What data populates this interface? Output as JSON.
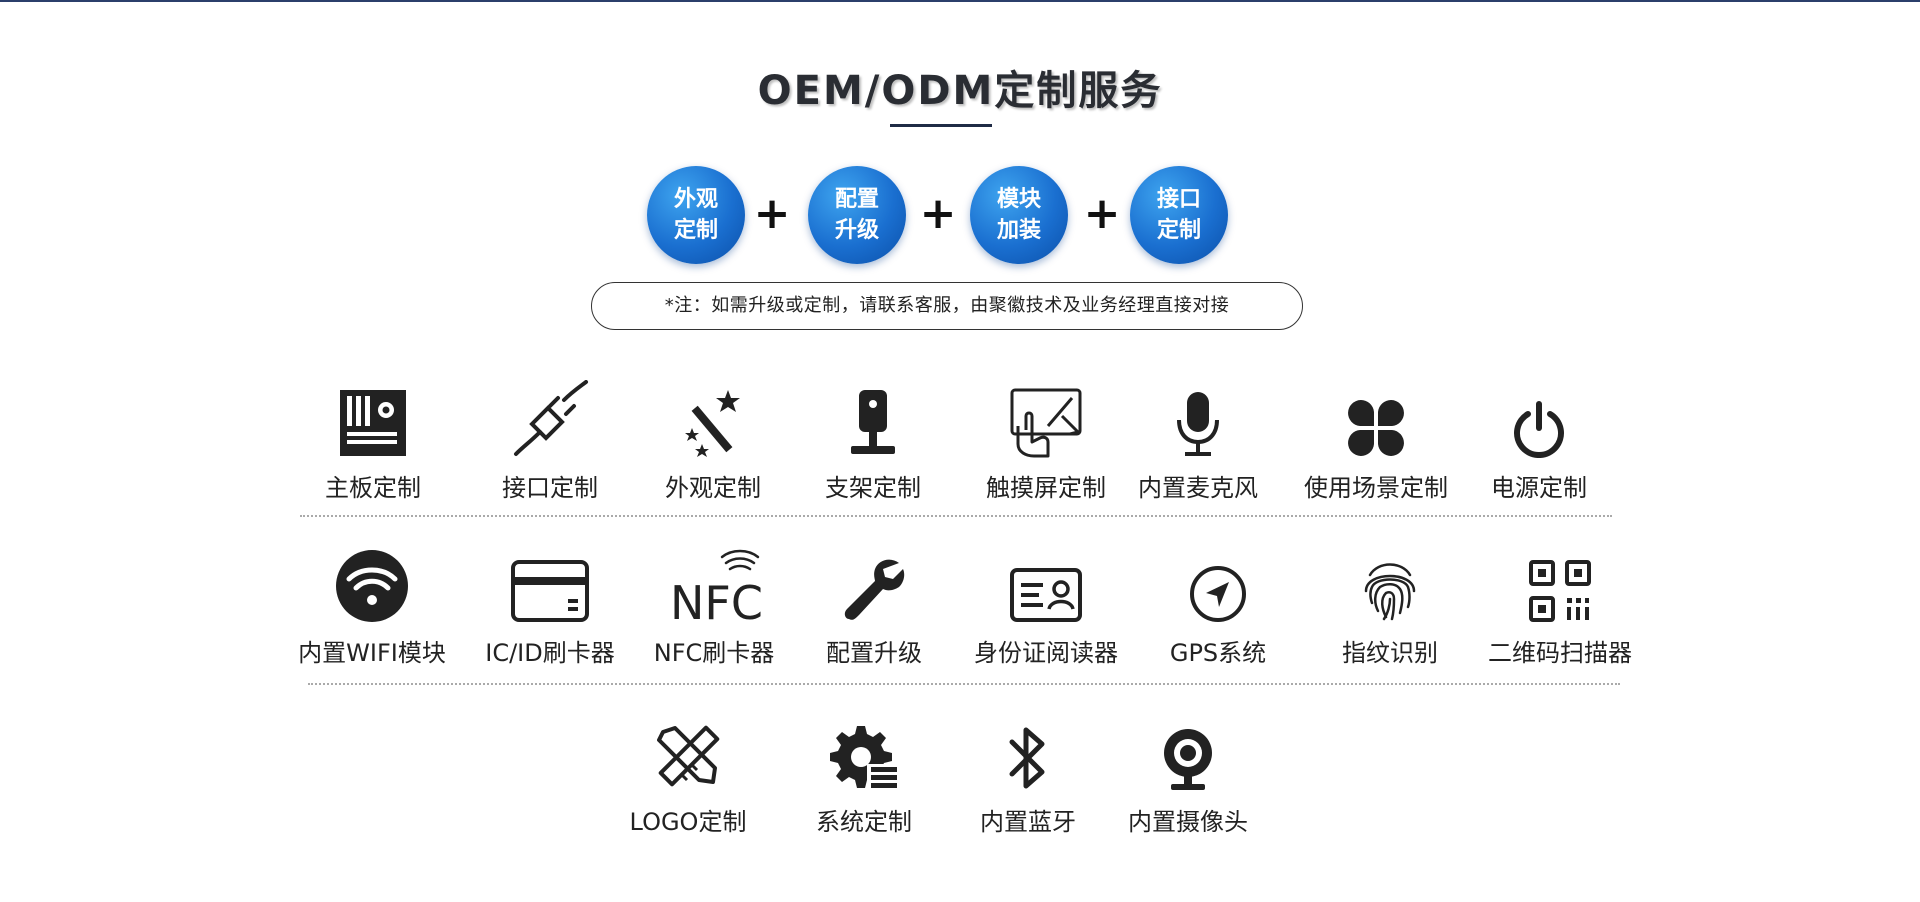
{
  "title": "OEM/ODM定制服务",
  "steps": [
    {
      "line1": "外观",
      "line2": "定制"
    },
    {
      "line1": "配置",
      "line2": "升级"
    },
    {
      "line1": "模块",
      "line2": "加装"
    },
    {
      "line1": "接口",
      "line2": "定制"
    }
  ],
  "plus": "+",
  "note": "*注：如需升级或定制，请联系客服，由聚徽技术及业务经理直接对接",
  "colors": {
    "accent": "#1a6fd0",
    "title": "#2a2d33",
    "icon": "#222222"
  },
  "rows": [
    [
      {
        "label": "主板定制",
        "icon": "motherboard-icon"
      },
      {
        "label": "接口定制",
        "icon": "plug-icon"
      },
      {
        "label": "外观定制",
        "icon": "magic-wand-icon"
      },
      {
        "label": "支架定制",
        "icon": "stand-icon"
      },
      {
        "label": "触摸屏定制",
        "icon": "touchscreen-icon"
      },
      {
        "label": "内置麦克风",
        "icon": "microphone-icon"
      },
      {
        "label": "使用场景定制",
        "icon": "clover-icon"
      },
      {
        "label": "电源定制",
        "icon": "power-icon"
      }
    ],
    [
      {
        "label": "内置WIFI模块",
        "icon": "wifi-icon"
      },
      {
        "label": "IC/ID刷卡器",
        "icon": "card-icon"
      },
      {
        "label": "NFC刷卡器",
        "icon": "nfc-icon"
      },
      {
        "label": "配置升级",
        "icon": "wrench-icon"
      },
      {
        "label": "身份证阅读器",
        "icon": "id-card-icon"
      },
      {
        "label": "GPS系统",
        "icon": "compass-icon"
      },
      {
        "label": "指纹识别",
        "icon": "fingerprint-icon"
      },
      {
        "label": "二维码扫描器",
        "icon": "qr-code-icon"
      }
    ],
    [
      {
        "label": "LOGO定制",
        "icon": "design-tools-icon"
      },
      {
        "label": "系统定制",
        "icon": "settings-icon"
      },
      {
        "label": "内置蓝牙",
        "icon": "bluetooth-icon"
      },
      {
        "label": "内置摄像头",
        "icon": "webcam-icon"
      }
    ]
  ],
  "nfc_text": "NFC"
}
